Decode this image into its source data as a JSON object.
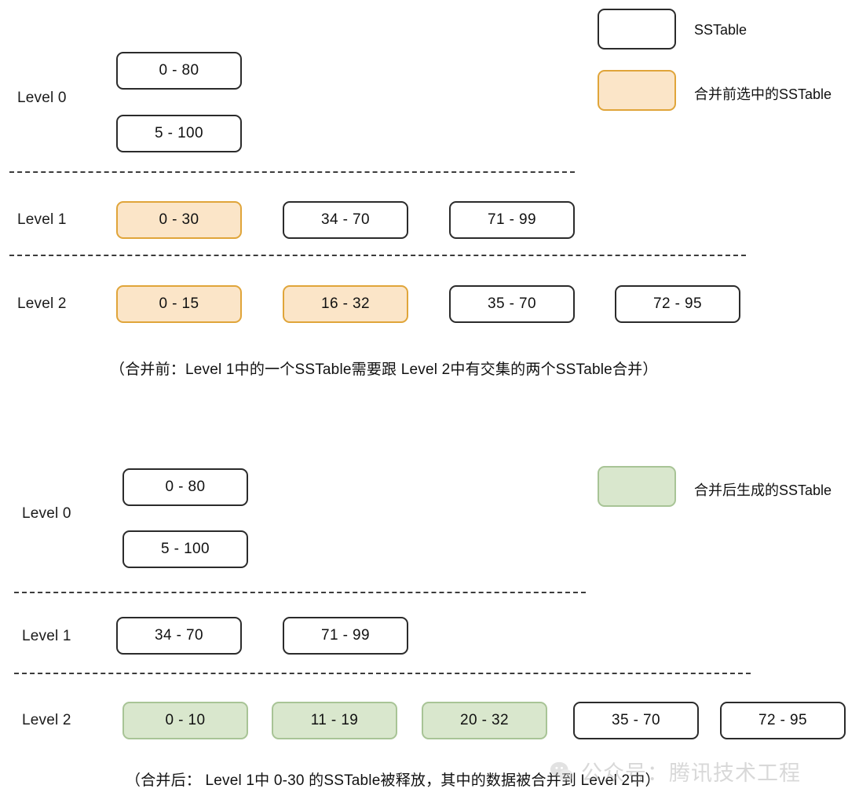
{
  "diagram": {
    "title": "LSM-Tree Leveled Compaction",
    "colors": {
      "sstable_fill": "#ffffff",
      "sstable_border": "#2b2b2b",
      "selected_fill": "#fbe5c8",
      "selected_border": "#e0a53a",
      "merged_fill": "#d9e7cd",
      "merged_border": "#a8c496",
      "divider": "#3c3c3c",
      "text": "#111111",
      "watermark": "#9a9a9a"
    }
  },
  "before": {
    "legend": [
      {
        "label": "SSTable",
        "style": "plain"
      },
      {
        "label": "合并前选中的SSTable",
        "style": "selected"
      }
    ],
    "levels": [
      {
        "label": "Level 0",
        "rows": [
          [
            {
              "range": "0 - 80",
              "style": "plain"
            }
          ],
          [
            {
              "range": "5 - 100",
              "style": "plain"
            }
          ]
        ]
      },
      {
        "label": "Level 1",
        "rows": [
          [
            {
              "range": "0 - 30",
              "style": "selected"
            },
            {
              "range": "34 - 70",
              "style": "plain"
            },
            {
              "range": "71 - 99",
              "style": "plain"
            }
          ]
        ]
      },
      {
        "label": "Level 2",
        "rows": [
          [
            {
              "range": "0 - 15",
              "style": "selected"
            },
            {
              "range": "16 - 32",
              "style": "selected"
            },
            {
              "range": "35 - 70",
              "style": "plain"
            },
            {
              "range": "72 - 95",
              "style": "plain"
            }
          ]
        ]
      }
    ],
    "caption": "（合并前：Level 1中的一个SSTable需要跟 Level 2中有交集的两个SSTable合并）"
  },
  "after": {
    "legend": [
      {
        "label": "合并后生成的SSTable",
        "style": "merged"
      }
    ],
    "levels": [
      {
        "label": "Level 0",
        "rows": [
          [
            {
              "range": "0 - 80",
              "style": "plain"
            }
          ],
          [
            {
              "range": "5 - 100",
              "style": "plain"
            }
          ]
        ]
      },
      {
        "label": "Level 1",
        "rows": [
          [
            {
              "range": "34 - 70",
              "style": "plain"
            },
            {
              "range": "71 - 99",
              "style": "plain"
            }
          ]
        ]
      },
      {
        "label": "Level 2",
        "rows": [
          [
            {
              "range": "0 - 10",
              "style": "merged"
            },
            {
              "range": "11 - 19",
              "style": "merged"
            },
            {
              "range": "20 - 32",
              "style": "merged"
            },
            {
              "range": "35 - 70",
              "style": "plain"
            },
            {
              "range": "72 - 95",
              "style": "plain"
            }
          ]
        ]
      }
    ],
    "caption": "（合并后： Level 1中 0-30 的SSTable被释放，其中的数据被合并到 Level 2中）"
  },
  "watermark": {
    "text": "公众号：腾讯技术工程",
    "icon": "wechat-icon"
  },
  "labels": {
    "before_l0": "Level 0",
    "before_l1": "Level 1",
    "before_l2": "Level 2",
    "after_l0": "Level 0",
    "after_l1": "Level 1",
    "after_l2": "Level 2"
  },
  "boxes": {
    "b_l0_a": "0 - 80",
    "b_l0_b": "5 - 100",
    "b_l1_a": "0 - 30",
    "b_l1_b": "34 - 70",
    "b_l1_c": "71 - 99",
    "b_l2_a": "0 - 15",
    "b_l2_b": "16 - 32",
    "b_l2_c": "35 - 70",
    "b_l2_d": "72 - 95",
    "a_l0_a": "0 - 80",
    "a_l0_b": "5 - 100",
    "a_l1_a": "34 - 70",
    "a_l1_b": "71 - 99",
    "a_l2_a": "0 - 10",
    "a_l2_b": "11 - 19",
    "a_l2_c": "20 - 32",
    "a_l2_d": "35 - 70",
    "a_l2_e": "72 - 95"
  },
  "legend_text": {
    "sstable": "SSTable",
    "selected": "合并前选中的SSTable",
    "merged": "合并后生成的SSTable"
  }
}
